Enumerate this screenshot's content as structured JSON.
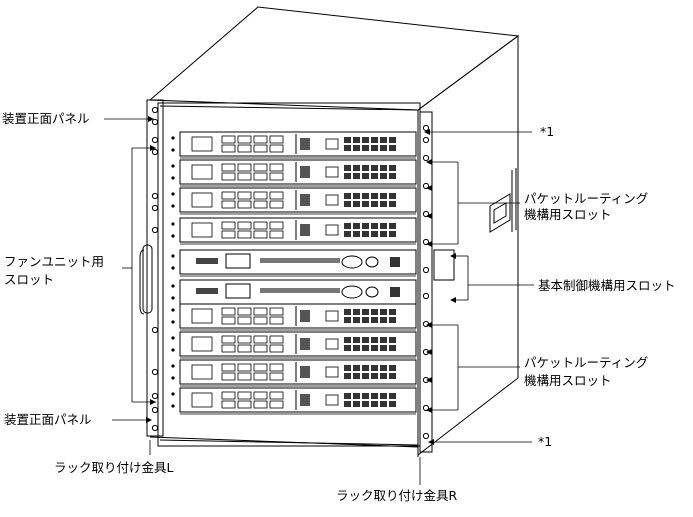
{
  "labels": {
    "front_panel_top": "装置正面パネル",
    "front_panel_bottom": "装置正面パネル",
    "fan_unit_slot_line1": "ファンユニット用",
    "fan_unit_slot_line2": "スロット",
    "rack_mount_l": "ラック取り付け金具L",
    "rack_mount_r": "ラック取り付け金具R",
    "note_top": "*1",
    "note_bottom": "*1",
    "packet_routing_top_line1": "パケットルーティング",
    "packet_routing_top_line2": "機構用スロット",
    "basic_control_slot": "基本制御機構用スロット",
    "packet_routing_bottom_line1": "パケットルーティング",
    "packet_routing_bottom_line2": "機構用スロット"
  },
  "colors": {
    "line": "#000000",
    "background": "#ffffff"
  }
}
